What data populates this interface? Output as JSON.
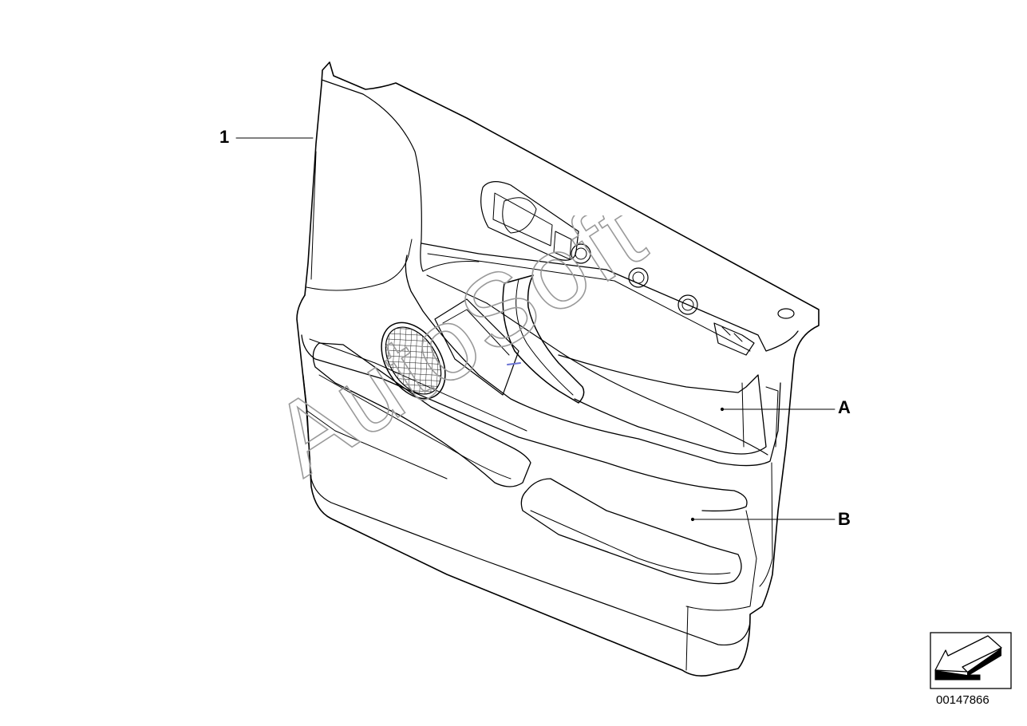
{
  "callouts": {
    "part_1": "1",
    "part_a": "A",
    "part_b": "B"
  },
  "watermark": {
    "text": "AutoSoft"
  },
  "diagram_number": "00147866",
  "colors": {
    "line": "#000000",
    "background": "#ffffff",
    "mesh": "#333333"
  },
  "icons": {
    "orientation": "arrow-orientation-icon"
  }
}
